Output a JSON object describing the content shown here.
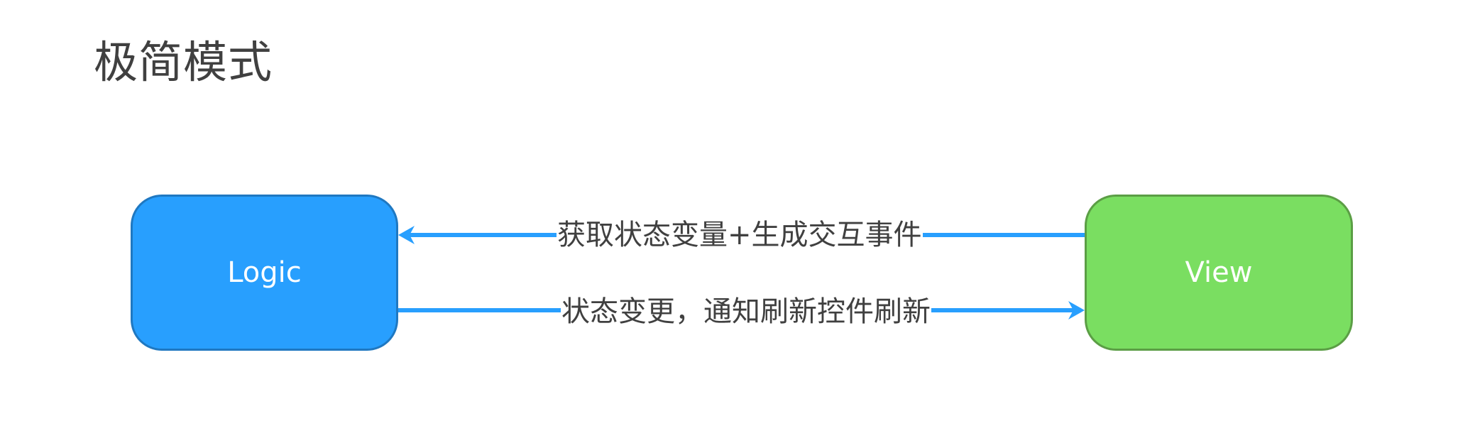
{
  "title": "极简模式",
  "colors": {
    "logic_fill": "#289ffe",
    "logic_border": "#1f78c1",
    "view_fill": "#7ade61",
    "view_border": "#5b9e45",
    "arrow": "#289ffe",
    "text": "#404040"
  },
  "nodes": {
    "logic": {
      "label": "Logic"
    },
    "view": {
      "label": "View"
    }
  },
  "edges": [
    {
      "from": "View",
      "to": "Logic",
      "label": "获取状态变量+生成交互事件"
    },
    {
      "from": "Logic",
      "to": "View",
      "label": "状态变更，通知刷新控件刷新"
    }
  ]
}
